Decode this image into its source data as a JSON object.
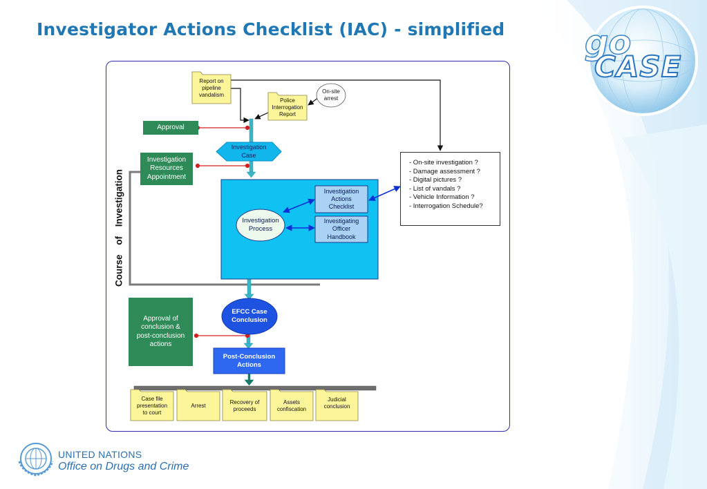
{
  "title": "Investigator Actions Checklist (IAC) - simplified",
  "logo": {
    "word1": "go",
    "word2": "CASE"
  },
  "org": {
    "line1": "UNITED NATIONS",
    "line2": "Office on Drugs and Crime"
  },
  "side_label": "Course of Investigation",
  "inputs": {
    "report": [
      "Report on",
      "pipeline",
      "vandalism"
    ],
    "onsite": [
      "On-site",
      "arrest"
    ],
    "police": [
      "Police",
      "Interrogation",
      "Report"
    ]
  },
  "approval": "Approval",
  "investigation_case": [
    "Investigation",
    "Case"
  ],
  "resources": [
    "Investigation",
    "Resources",
    "Appointment"
  ],
  "process": [
    "Investigation",
    "Process"
  ],
  "checklist": [
    "Investigation",
    "Actions",
    "Checklist"
  ],
  "handbook": [
    "Investigating",
    "Officer",
    "Handbook"
  ],
  "checklist_items": [
    "- On-site investigation ?",
    "- Damage assessment ?",
    "- Digital pictures ?",
    "- List of vandals ?",
    "- Vehicle Information ?",
    "- Interrogation Schedule?"
  ],
  "efcc": [
    "EFCC Case",
    "Conclusion"
  ],
  "approval_conclusion": [
    "Approval of",
    "conclusion &",
    "post-conclusion",
    "actions"
  ],
  "post_conclusion": [
    "Post-Conclusion",
    "Actions"
  ],
  "outcomes": [
    [
      "Case file",
      "presentation",
      "to court"
    ],
    [
      "Arrest"
    ],
    [
      "Recovery of",
      "proceeds"
    ],
    [
      "Assets",
      "confiscation"
    ],
    [
      "Judicial",
      "conclusion"
    ]
  ]
}
